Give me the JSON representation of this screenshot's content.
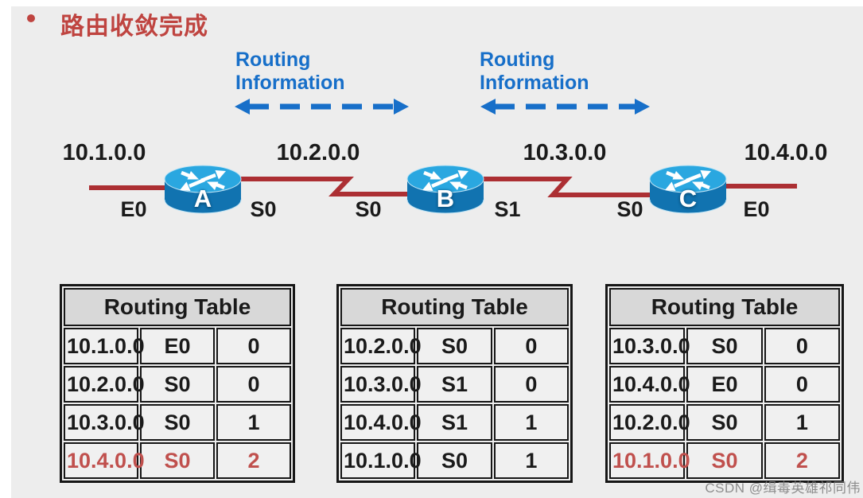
{
  "title": {
    "text": "路由收敛完成"
  },
  "routing_info_labels": [
    {
      "line1": "Routing",
      "line2": "Information"
    },
    {
      "line1": "Routing",
      "line2": "Information"
    }
  ],
  "topology": {
    "networks": [
      "10.1.0.0",
      "10.2.0.0",
      "10.3.0.0",
      "10.4.0.0"
    ],
    "routers": [
      "A",
      "B",
      "C"
    ],
    "interfaces": [
      "E0",
      "S0",
      "S0",
      "S1",
      "S0",
      "E0"
    ]
  },
  "tables": [
    {
      "title": "Routing Table",
      "rows": [
        {
          "network": "10.1.0.0",
          "interface": "E0",
          "hops": "0",
          "highlight": false
        },
        {
          "network": "10.2.0.0",
          "interface": "S0",
          "hops": "0",
          "highlight": false
        },
        {
          "network": "10.3.0.0",
          "interface": "S0",
          "hops": "1",
          "highlight": false
        },
        {
          "network": "10.4.0.0",
          "interface": "S0",
          "hops": "2",
          "highlight": true
        }
      ]
    },
    {
      "title": "Routing Table",
      "rows": [
        {
          "network": "10.2.0.0",
          "interface": "S0",
          "hops": "0",
          "highlight": false
        },
        {
          "network": "10.3.0.0",
          "interface": "S1",
          "hops": "0",
          "highlight": false
        },
        {
          "network": "10.4.0.0",
          "interface": "S1",
          "hops": "1",
          "highlight": false
        },
        {
          "network": "10.1.0.0",
          "interface": "S0",
          "hops": "1",
          "highlight": false
        }
      ]
    },
    {
      "title": "Routing Table",
      "rows": [
        {
          "network": "10.3.0.0",
          "interface": "S0",
          "hops": "0",
          "highlight": false
        },
        {
          "network": "10.4.0.0",
          "interface": "E0",
          "hops": "0",
          "highlight": false
        },
        {
          "network": "10.2.0.0",
          "interface": "S0",
          "hops": "1",
          "highlight": false
        },
        {
          "network": "10.1.0.0",
          "interface": "S0",
          "hops": "2",
          "highlight": true
        }
      ]
    }
  ],
  "colors": {
    "slide_background": "#EDEDED",
    "title_red": "#BF4440",
    "info_blue": "#176FC9",
    "link_red": "#AC2F33",
    "router_body": "#1173B0",
    "router_top": "#2AA7E0",
    "table_header_bg": "#D8D8D8",
    "cell_bg": "#F0F0F0",
    "highlight_red": "#C0504D",
    "watermark_gray": "#7D7D7D"
  },
  "watermark": {
    "text": "CSDN @缉毒英雄祁同伟"
  }
}
